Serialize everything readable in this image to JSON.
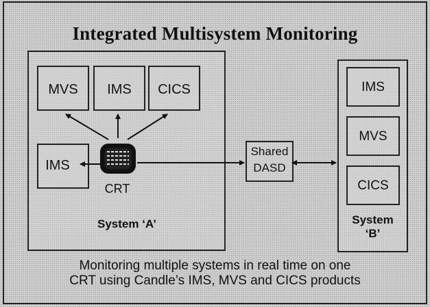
{
  "title": "Integrated Multisystem Monitoring",
  "system_a": {
    "label": "System ‘A’",
    "boxes": {
      "mvs": "MVS",
      "ims_top": "IMS",
      "cics": "CICS",
      "ims_left": "IMS"
    },
    "terminal_label": "CRT"
  },
  "shared": {
    "line1": "Shared",
    "line2": "DASD"
  },
  "system_b": {
    "label_line1": "System",
    "label_line2": "‘B’",
    "boxes": {
      "ims": "IMS",
      "mvs": "MVS",
      "cics": "CICS"
    }
  },
  "caption": {
    "line1": "Monitoring multiple systems in real time on one",
    "line2": "CRT using Candle’s IMS, MVS and CICS products"
  },
  "colors": {
    "ink": "#111111",
    "background": "#cfcfcf"
  }
}
